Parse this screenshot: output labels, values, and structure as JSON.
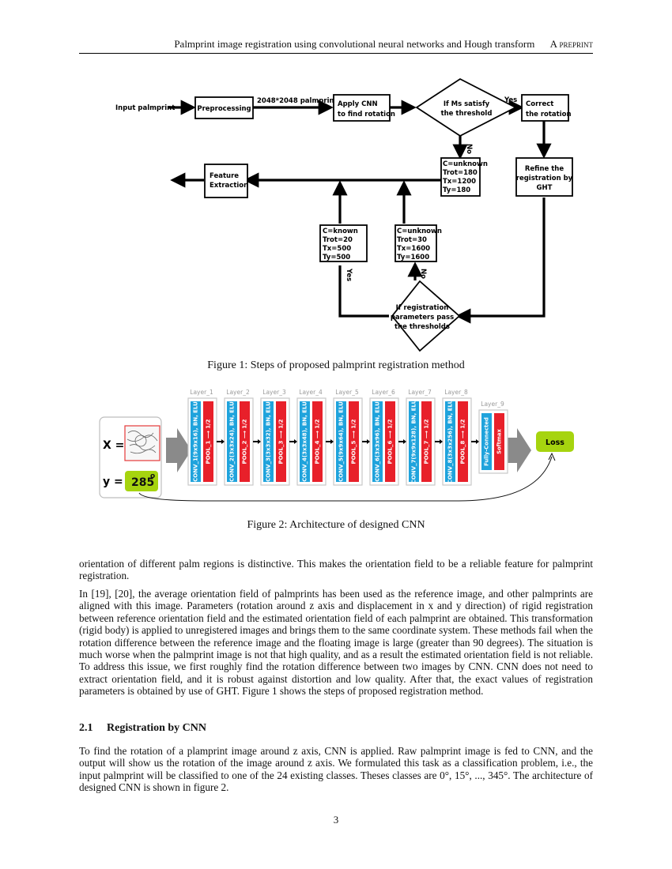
{
  "header": {
    "title": "Palmprint image registration using convolutional neural networks and Hough transform",
    "tag": "A preprint"
  },
  "figure1": {
    "input": "Input palmprint",
    "preprocessing": "Preprocessing",
    "edge_label": "2048*2048 palmprint",
    "cnn": [
      "Apply CNN",
      "to find rotation"
    ],
    "diamond1": [
      "If Ms satisfy",
      "the threshold"
    ],
    "yes1": "Yes",
    "no1": "No",
    "correct": [
      "Correct",
      "the rotation"
    ],
    "refine": [
      "Refine the",
      "registration by",
      "GHT"
    ],
    "params1": [
      "C=unknown",
      "Trot=180",
      "Tx=1200",
      "Ty=180"
    ],
    "feature": [
      "Feature",
      "Extraction"
    ],
    "params2": [
      "C=known",
      "Trot=20",
      "Tx=500",
      "Ty=500"
    ],
    "params3": [
      "C=unknown",
      "Trot=30",
      "Tx=1600",
      "Ty=1600"
    ],
    "yes2": "Yes",
    "no2": "No",
    "diamond2": [
      "If registration",
      "parameters pass",
      "the thresholds"
    ],
    "caption": "Figure 1: Steps of proposed palmprint registration method"
  },
  "figure2": {
    "x_label": "X =",
    "y_label": "y =",
    "y_value": "285",
    "degree": "o",
    "layers": [
      {
        "name": "Layer_1",
        "conv": "CONV_1(9x9x16), BN, ELU",
        "pool": "POOL_1 ⟶ 1/2"
      },
      {
        "name": "Layer_2",
        "conv": "CONV_2(3x3x24), BN, ELU",
        "pool": "POOL_2 ⟶ 1/2"
      },
      {
        "name": "Layer_3",
        "conv": "CONV_3(3x3x32), BN, ELU",
        "pool": "POOL_3 ⟶ 1/2"
      },
      {
        "name": "Layer_4",
        "conv": "CONV_4(3x3x48), BN, ELU",
        "pool": "POOL_4 ⟶ 1/2"
      },
      {
        "name": "Layer_5",
        "conv": "CONV_5(9x9x64), BN, ELU",
        "pool": "POOL_5 ⟶ 1/2"
      },
      {
        "name": "Layer_6",
        "conv": "CONV_6(3x3x96), BN, ELU",
        "pool": "POOL_6 ⟶ 1/2"
      },
      {
        "name": "Layer_7",
        "conv": "CONV_7(9x9x128), BN, ELU",
        "pool": "POOL_7 ⟶ 1/2"
      },
      {
        "name": "Layer_8",
        "conv": "CONV_8(3x3x256), BN, ELU",
        "pool": "POOL_8 ⟶ 1/2"
      }
    ],
    "layer9": {
      "name": "Layer_9",
      "fc": "Fully-Connected",
      "softmax": "Softmax"
    },
    "loss": "Loss",
    "caption": "Figure 2: Architecture of designed CNN",
    "colors": {
      "conv": "#1fa3dc",
      "pool": "#e8202a",
      "accent": "#a6d40f",
      "arrow": "#8a8a8a"
    }
  },
  "body": {
    "p1": "orientation of different palm regions is distinctive. This makes the orientation field to be a reliable feature for palmprint registration.",
    "p2": "In [19], [20], the average orientation field of palmprints has been used as the reference image, and other palmprints are aligned with this image. Parameters (rotation around z axis and displacement in x and y direction) of rigid registration between reference orientation field and the estimated orientation field of each palmprint are obtained. This transformation (rigid body) is applied to unregistered images and brings them to the same coordinate system. These methods fail when the rotation difference between the reference image and the floating image is large (greater than 90 degrees). The situation is much worse when the palmprint image is not that high quality, and as a result the estimated orientation field is not reliable. To address this issue, we first roughly find the rotation difference between two images by CNN. CNN does not need to extract orientation field, and it is robust against distortion and low quality. After that, the exact values of registration parameters is obtained by use of GHT. Figure 1 shows the steps of proposed registration method.",
    "section_number": "2.1",
    "section_title": "Registration by CNN",
    "p3": "To find the rotation of a plamprint image around z axis, CNN is applied. Raw palmprint image is fed to CNN, and the output will show us the rotation of the image around z axis. We formulated this task as a classification problem, i.e., the input palmprint will be classified to one of the 24 existing classes. Theses classes are 0°, 15°, ..., 345°. The architecture of designed CNN is shown in figure 2."
  },
  "page_number": "3"
}
